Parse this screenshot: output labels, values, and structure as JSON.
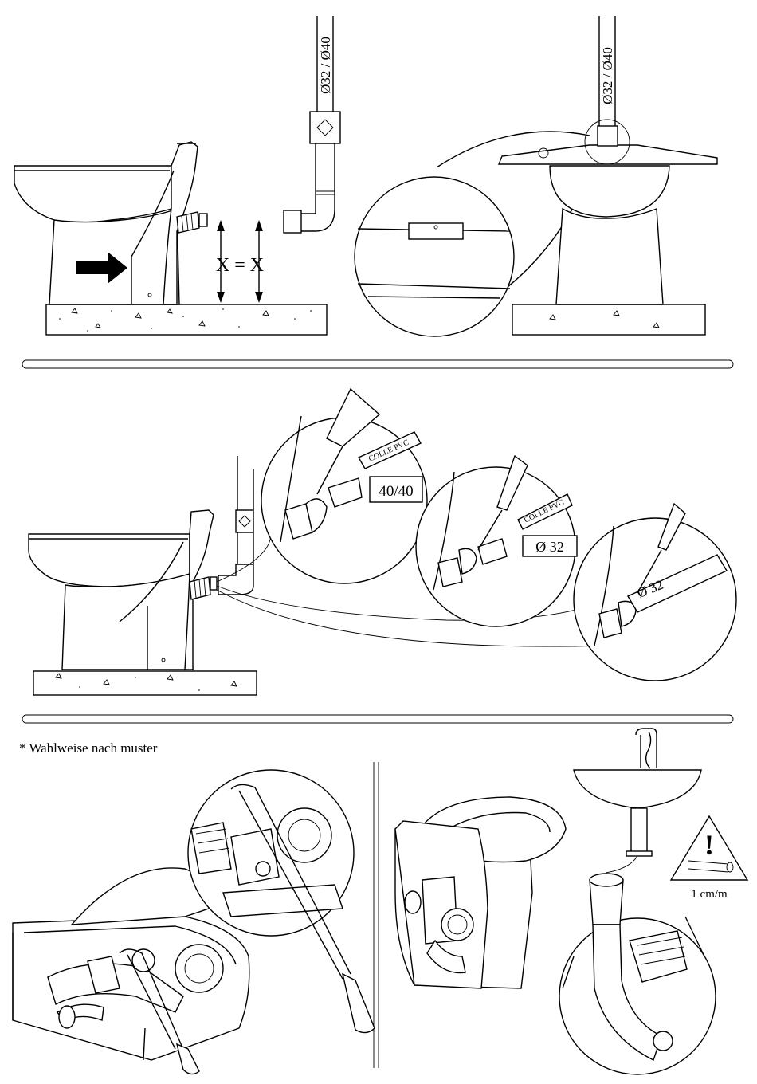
{
  "labels": {
    "pipe_diameter_left": "Ø32 / Ø40",
    "pipe_diameter_right": "Ø32 / Ø40",
    "height_equation": "X = X",
    "glue_tube_1": "COLLE PVC",
    "glue_tube_2": "COLLE PVC",
    "pipe_size_1": "40/40",
    "pipe_size_2": "Ø 32",
    "pipe_size_3": "Ø 32",
    "optional_note": "*  Wahlweise nach muster",
    "slope": "1 cm/m",
    "warning_symbol": "!"
  }
}
